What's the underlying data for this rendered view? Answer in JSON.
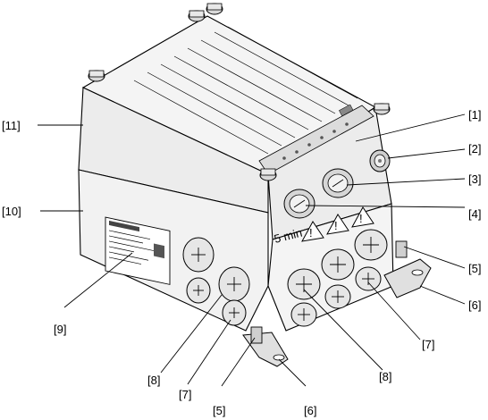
{
  "callouts": {
    "c1": "[1]",
    "c2": "[2]",
    "c3": "[3]",
    "c4": "[4]",
    "c5_right": "[5]",
    "c6_right": "[6]",
    "c7_right": "[7]",
    "c8_right": "[8]",
    "c5_bottom": "[5]",
    "c6_bottom": "[6]",
    "c7_bottom": "[7]",
    "c8_bottom": "[8]",
    "c9": "[9]",
    "c10": "[10]",
    "c11": "[11]"
  },
  "panel_text": {
    "warning_time": "5 min"
  },
  "colors": {
    "line": "#000000",
    "fill_light": "#f4f4f4",
    "fill_shade": "#dcdcdc",
    "fill_mid": "#e8e8e8",
    "fill_dark": "#bdbdbd"
  }
}
